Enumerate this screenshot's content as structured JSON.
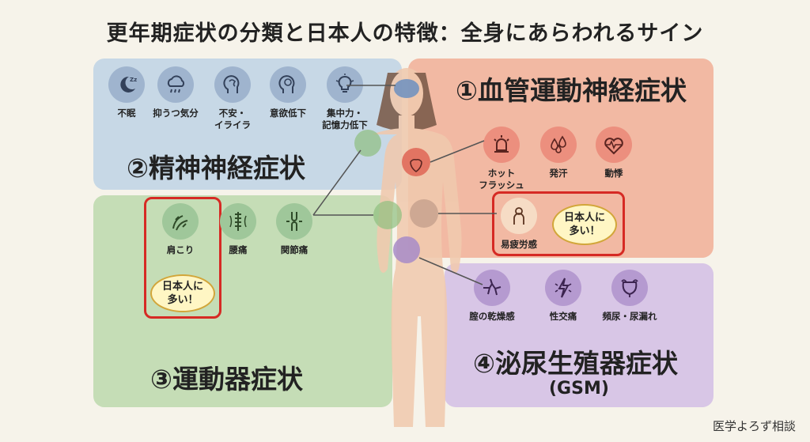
{
  "title": "更年期症状の分類と日本人の特徴：全身にあらわれるサイン",
  "panels": {
    "mental": {
      "heading": "②精神神経症状",
      "items": [
        {
          "label": "不眠",
          "icon": "moon-icon"
        },
        {
          "label": "抑うつ気分",
          "icon": "rain-cloud-icon"
        },
        {
          "label": "不安・\nイライラ",
          "icon": "head-anxiety-icon"
        },
        {
          "label": "意欲低下",
          "icon": "brain-icon"
        },
        {
          "label": "集中力・\n記憶力低下",
          "icon": "lightbulb-icon"
        }
      ]
    },
    "vaso": {
      "heading": "①血管運動神経症状",
      "items": [
        {
          "label": "ホット\nフラッシュ",
          "icon": "alarm-light-icon"
        },
        {
          "label": "発汗",
          "icon": "sweat-drops-icon"
        },
        {
          "label": "動悸",
          "icon": "heartbeat-icon"
        },
        {
          "label": "易疲労感",
          "icon": "tired-person-icon"
        }
      ],
      "callout": "日本人に\n多い！"
    },
    "motor": {
      "heading": "③運動器症状",
      "items": [
        {
          "label": "肩こり",
          "icon": "shoulder-icon"
        },
        {
          "label": "腰痛",
          "icon": "spine-icon"
        },
        {
          "label": "関節痛",
          "icon": "joint-icon"
        }
      ],
      "callout": "日本人に\n多い！"
    },
    "gsm": {
      "heading": "④泌尿生殖器症状",
      "subheading": "(GSM)",
      "items": [
        {
          "label": "腟の乾燥感",
          "icon": "dry-crack-icon"
        },
        {
          "label": "性交痛",
          "icon": "lightning-pain-icon"
        },
        {
          "label": "頻尿・尿漏れ",
          "icon": "bladder-icon"
        }
      ]
    }
  },
  "watermark": "医学よろず相談",
  "colors": {
    "vaso": "#f2b9a3",
    "mental": "#c7d8e6",
    "motor": "#c5ddb6",
    "gsm": "#d8c6e6",
    "highlight": "#d62a24",
    "body": "#f0c9ae"
  }
}
